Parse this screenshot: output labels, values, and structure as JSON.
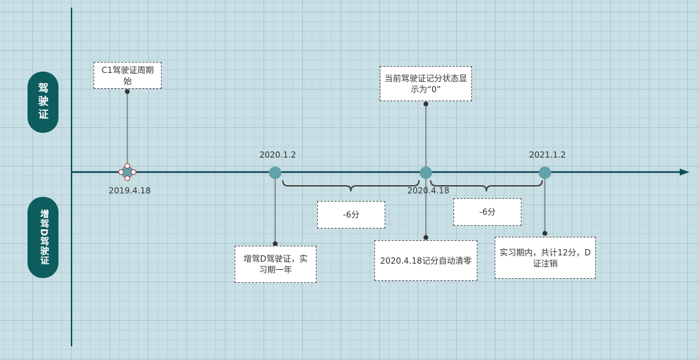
{
  "lanes": {
    "top": "驾驶证",
    "bottom": "增驾D驾驶证"
  },
  "dates": [
    "2019.4.18",
    "2020.1.2",
    "2020.4.18",
    "2021.1.2"
  ],
  "notes": {
    "c1_start": "C1驾驶证周期始",
    "d_added": "增驾D驾驶证，实习期一年",
    "status_zero": "当前驾驶证记分状态显示为“0”",
    "auto_clear": "2020.4.18记分自动清零",
    "cancelled": "实习期内，共计12分，D证注销"
  },
  "deductions": [
    "-6分",
    "-6分"
  ],
  "colors": {
    "axis": "#0d4a56",
    "pill": "#0d5c5e",
    "node": "#62a2ab"
  }
}
